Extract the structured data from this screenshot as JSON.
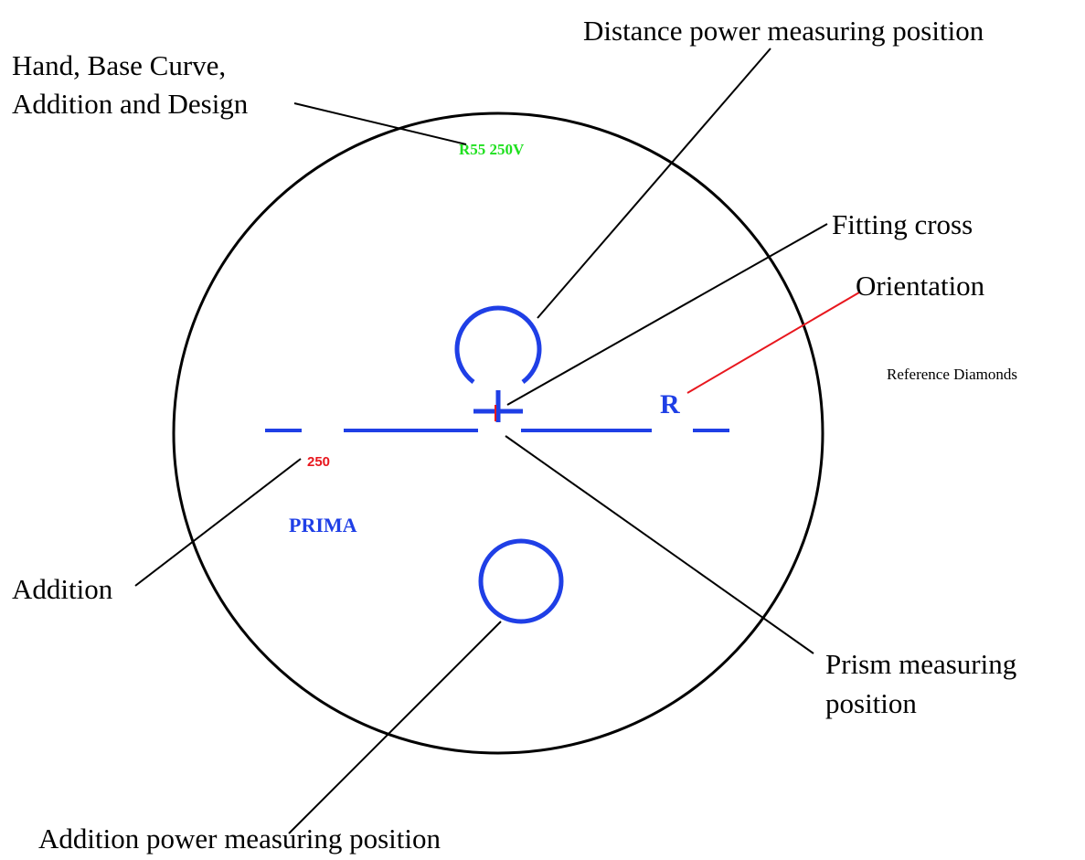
{
  "colors": {
    "lens_outline": "#000000",
    "blue_marks": "#1f3fe6",
    "red_marks": "#e8171e",
    "green_marks": "#1fe01f",
    "leader_lines": "#000000"
  },
  "labels": {
    "distance_power": "Distance power measuring position",
    "hand_line1": "Hand, Base Curve,",
    "hand_line2": "Addition and Design",
    "fitting_cross": "Fitting cross",
    "orientation": "Orientation",
    "reference_diamonds": "Reference Diamonds",
    "addition": "Addition",
    "prism_line1": "Prism measuring",
    "prism_line2": "position",
    "addition_power": "Addition power measuring position"
  },
  "lens_marks": {
    "engraving": "R55 250V",
    "addition_value": "250",
    "hand_letter": "R",
    "design_name": "PRIMA"
  }
}
